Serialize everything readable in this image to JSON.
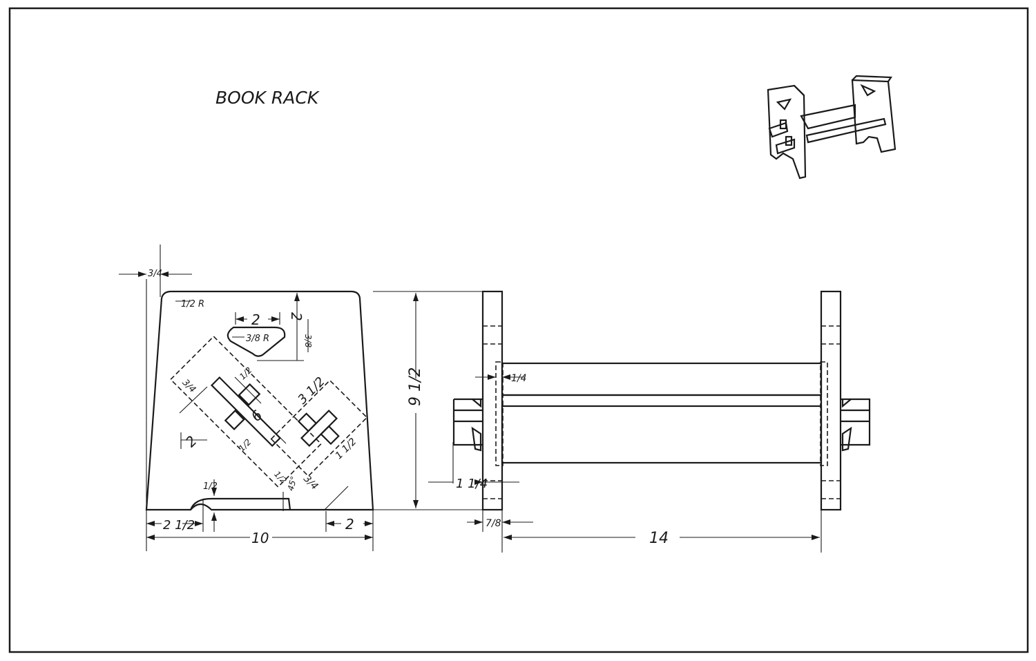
{
  "title": "BOOK RACK",
  "end_view": {
    "dims": {
      "top_inset": "3/4",
      "corner_radius": "1/2 R",
      "slot_width": "2",
      "slot_height": "2",
      "slot_radius": "3/8 R",
      "slot_offset": "3/8",
      "mortise_depth": "3/4",
      "peg_small": "1/2",
      "peg_length": "2",
      "peg_lower": "1/2",
      "diagonal_span": "6",
      "mortise_width": "3 1/2",
      "peg_right": "1 1/2",
      "tenon_left": "1/2",
      "tenon_right": "3/4",
      "angle": "45°",
      "notch_height": "1/2",
      "notch_left": "2 1/2",
      "foot_right": "2",
      "overall_width": "10"
    }
  },
  "side_view": {
    "dims": {
      "height": "9 1/2",
      "shelf_offset": "1/4",
      "shelf_rise": "1 1/4",
      "end_thickness": "7/8",
      "overall_length": "14"
    }
  }
}
